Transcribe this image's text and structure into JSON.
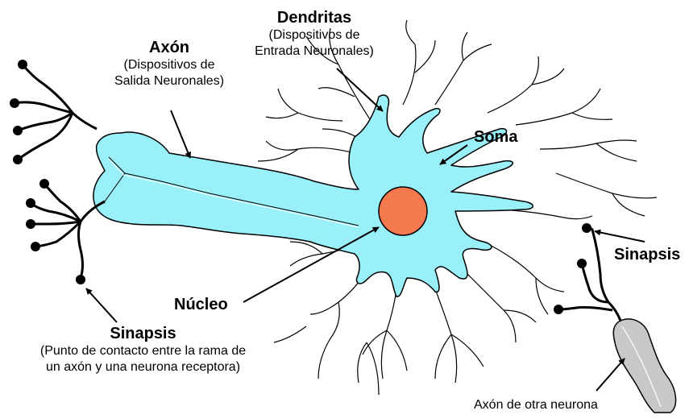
{
  "labels": {
    "dendritas": {
      "title": "Dendritas",
      "line1": "(Dispositivos de",
      "line2": "Entrada Neuronales)"
    },
    "axon": {
      "title": "Axón",
      "line1": "(Dispositivos de",
      "line2": "Salida Neuronales)"
    },
    "soma": {
      "title": "Soma"
    },
    "nucleo": {
      "title": "Núcleo"
    },
    "sinapsis_right": {
      "title": "Sinapsis"
    },
    "sinapsis_left": {
      "title": "Sinapsis",
      "line1": "(Punto de contacto entre la rama de",
      "line2": "un axón y una neurona receptora)"
    },
    "otra_axon": {
      "text": "Axón de otra neurona"
    }
  },
  "colors": {
    "cell": "#99f0f8",
    "nucleus": "#f4794f",
    "other_axon": "#c8c8c8",
    "ink": "#000000"
  }
}
